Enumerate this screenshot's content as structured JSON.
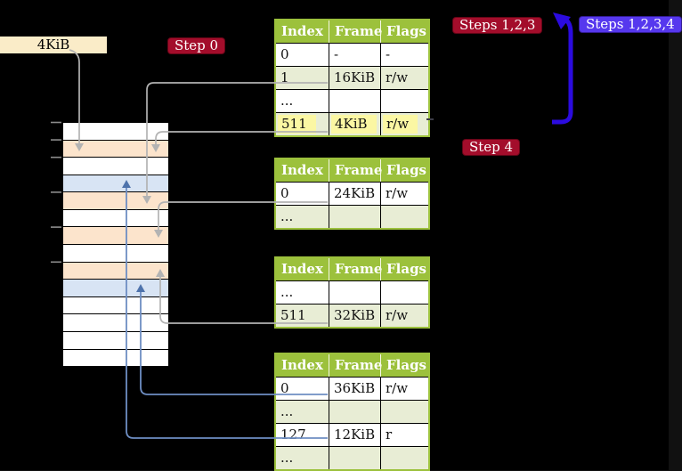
{
  "colors": {
    "canvas_bg": "#000000",
    "table_border_green": "#9CC13C",
    "table_header_green": "#9CC13C",
    "table_row_shaded": "#E8EDD5",
    "highlight_yellow": "#FBF7A3",
    "mem_peach": "#FCE4CC",
    "mem_blue": "#D8E4F4",
    "badge_red": "#A30D2B",
    "badge_violet": "#5638EE",
    "loop_arrow": "#2B0BDF",
    "connector_gray": "#B3B3B3",
    "connector_blue": "#6E8EC3",
    "connector_blue_head": "#4E73AC",
    "label_cream": "#FAECC8",
    "tick_gray": "#8C8C8C"
  },
  "frame_label": {
    "text": "4KiB"
  },
  "badges": {
    "step0": "Step 0",
    "steps123": "Steps 1,2,3",
    "steps1234": "Steps 1,2,3,4",
    "step4": "Step 4"
  },
  "memory": {
    "rows": [
      "white",
      "peach",
      "white",
      "blue",
      "peach",
      "white",
      "peach",
      "white",
      "peach",
      "blue",
      "white",
      "white",
      "white",
      "white"
    ],
    "tick_rows": [
      0,
      1,
      2,
      4,
      6,
      8
    ]
  },
  "tables": [
    {
      "name": "page-table-top",
      "headers": [
        "Index",
        "Frame",
        "Flags"
      ],
      "rows": [
        {
          "cells": [
            "0",
            "-",
            "-"
          ],
          "shaded": false,
          "highlight": false
        },
        {
          "cells": [
            "1",
            "16KiB",
            "r/w"
          ],
          "shaded": true,
          "highlight": false
        },
        {
          "cells": [
            "...",
            "",
            ""
          ],
          "shaded": false,
          "highlight": false
        },
        {
          "cells": [
            "511",
            "4KiB",
            "r/w"
          ],
          "shaded": true,
          "highlight": true
        }
      ]
    },
    {
      "name": "page-table-second",
      "headers": [
        "Index",
        "Frame",
        "Flags"
      ],
      "rows": [
        {
          "cells": [
            "0",
            "24KiB",
            "r/w"
          ],
          "shaded": false,
          "highlight": false
        },
        {
          "cells": [
            "...",
            "",
            ""
          ],
          "shaded": true,
          "highlight": false
        }
      ]
    },
    {
      "name": "page-table-third",
      "headers": [
        "Index",
        "Frame",
        "Flags"
      ],
      "rows": [
        {
          "cells": [
            "...",
            "",
            ""
          ],
          "shaded": false,
          "highlight": false
        },
        {
          "cells": [
            "511",
            "32KiB",
            "r/w"
          ],
          "shaded": true,
          "highlight": false
        }
      ]
    },
    {
      "name": "page-table-bottom",
      "headers": [
        "Index",
        "Frame",
        "Flags"
      ],
      "rows": [
        {
          "cells": [
            "0",
            "36KiB",
            "r/w"
          ],
          "shaded": false,
          "highlight": false
        },
        {
          "cells": [
            "...",
            "",
            ""
          ],
          "shaded": true,
          "highlight": false
        },
        {
          "cells": [
            "127",
            "12KiB",
            "r"
          ],
          "shaded": false,
          "highlight": false
        },
        {
          "cells": [
            "...",
            "",
            ""
          ],
          "shaded": true,
          "highlight": false
        }
      ]
    }
  ]
}
